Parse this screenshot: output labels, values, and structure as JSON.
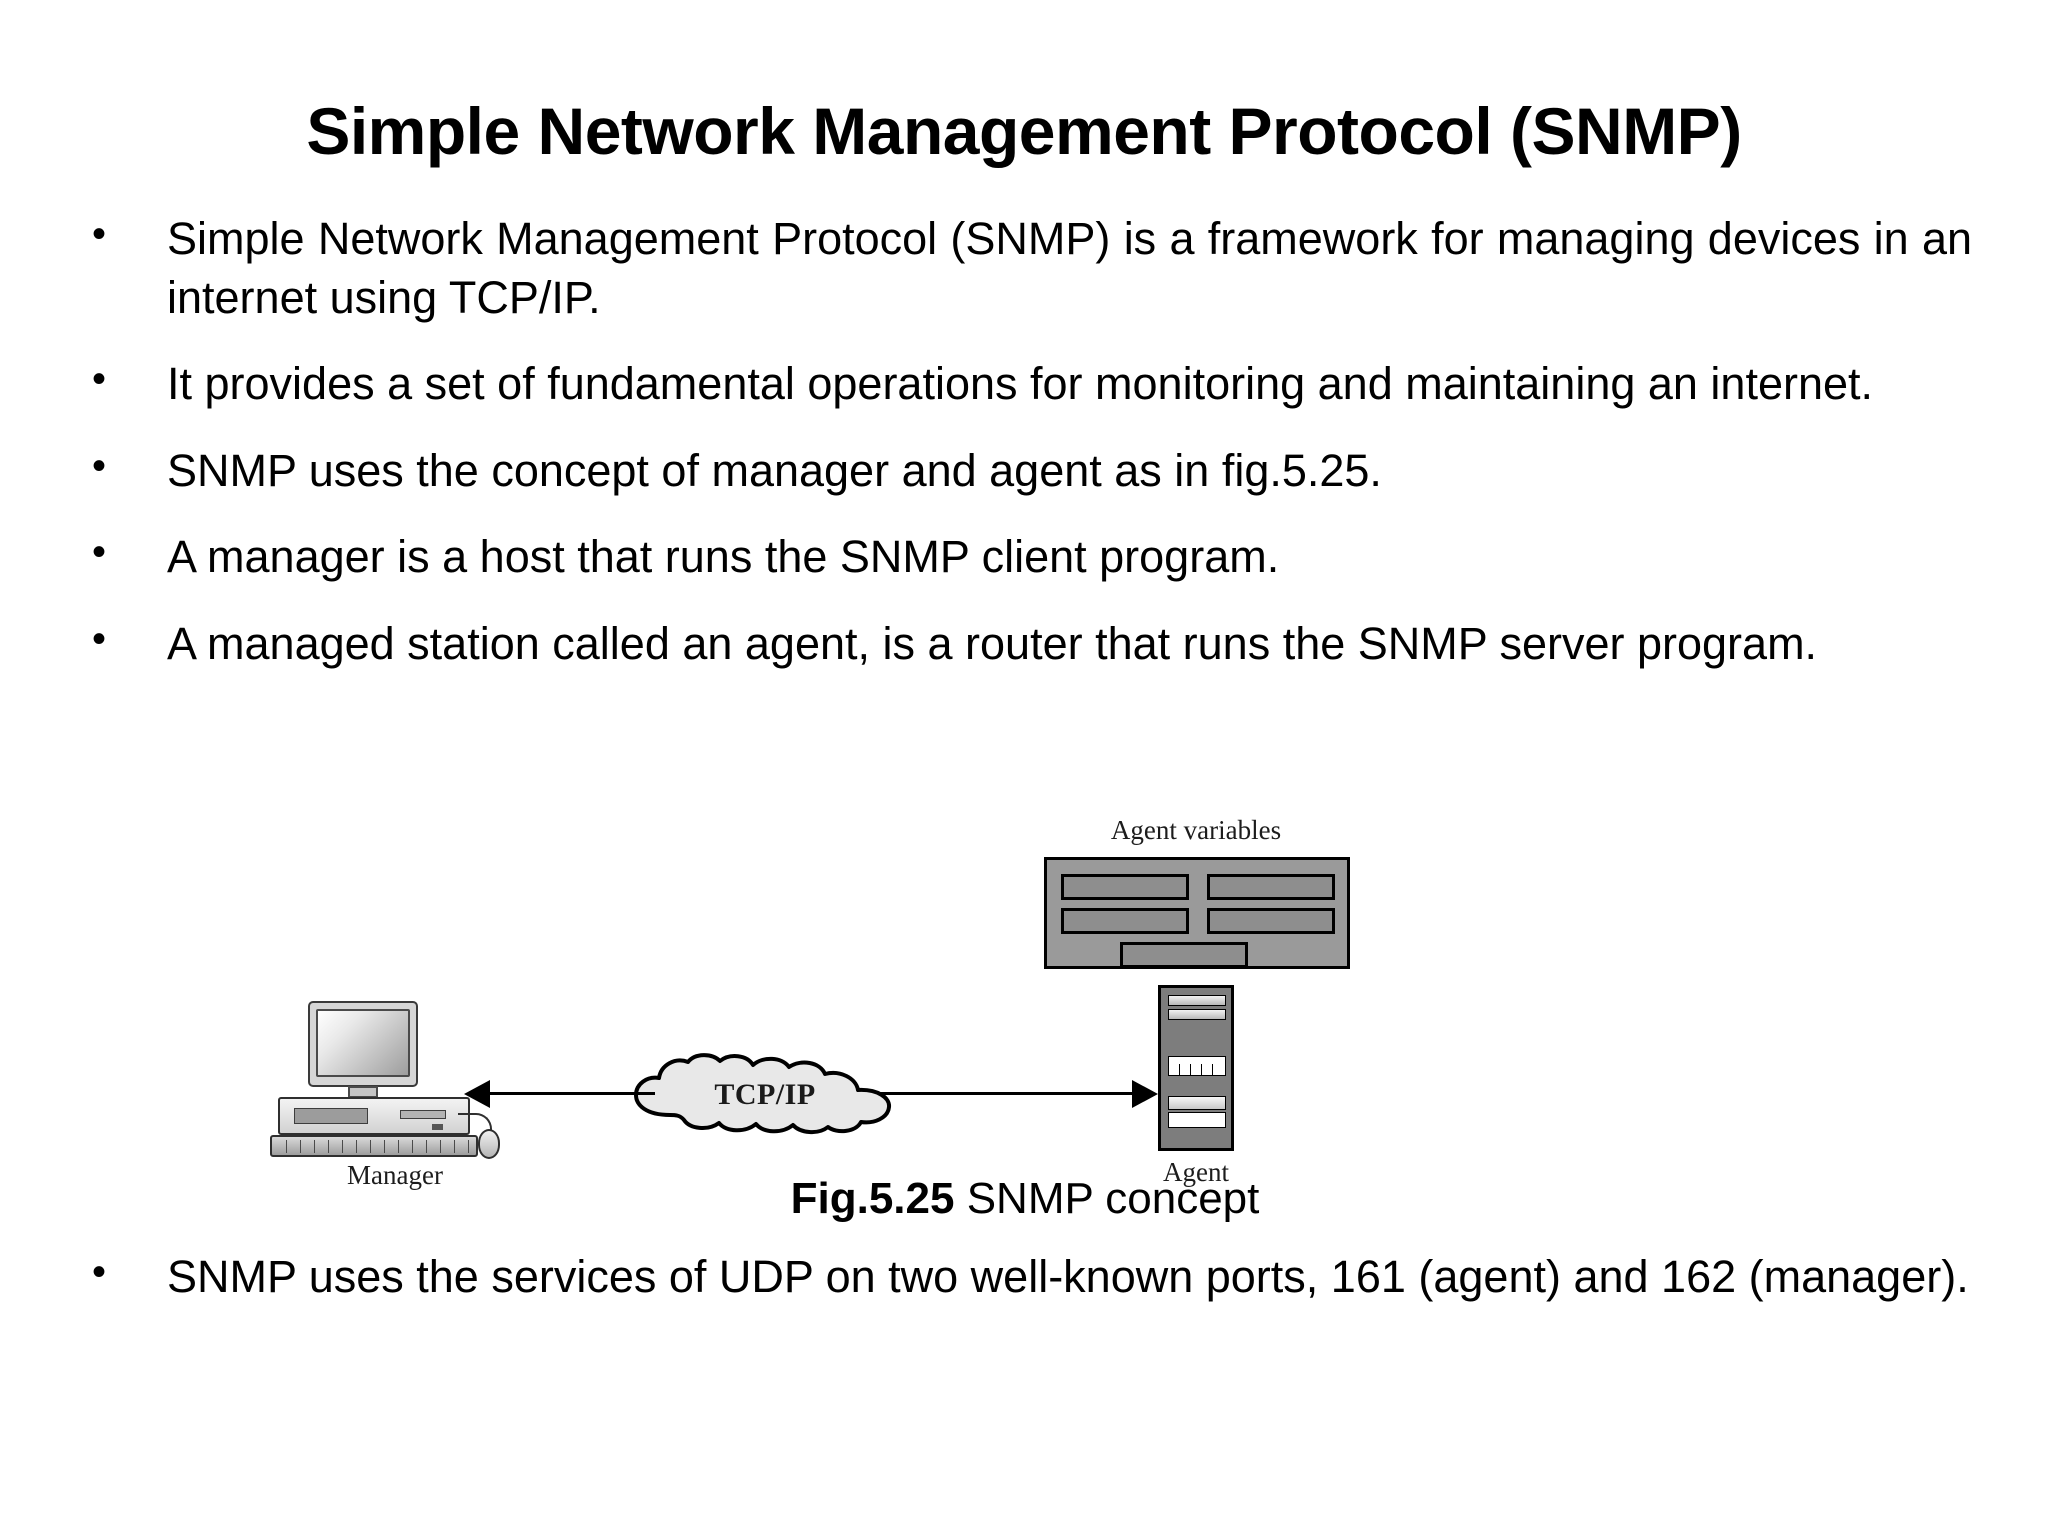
{
  "slide": {
    "title": "Simple Network Management Protocol (SNMP)",
    "bullets_before_figure": [
      "Simple Network Management Protocol (SNMP) is a framework for managing devices in an internet using TCP/IP.",
      "It provides a set of fundamental operations for monitoring and maintaining an internet.",
      "SNMP uses the concept of manager and agent as in fig.5.25.",
      "A manager is a host that runs the SNMP client program.",
      "A managed station called an agent, is a router that runs the SNMP server program."
    ],
    "bullets_after_figure": [
      "SNMP uses the services of UDP on two well-known ports, 161 (agent) and 162 (manager)."
    ],
    "bullet_marker": "•"
  },
  "figure": {
    "caption_number": "Fig.5.25",
    "caption_text": " SNMP concept",
    "labels": {
      "agent_variables": "Agent variables",
      "manager": "Manager",
      "agent": "Agent",
      "cloud": "TCP/IP"
    },
    "colors": {
      "agent_box_fill": "#9a9a9a",
      "agent_cell_fill": "#8e8e8e",
      "tower_fill": "#7d7d7d",
      "cloud_fill": "#e8e8e8",
      "outline": "#000000",
      "page_background": "#ffffff",
      "text": "#000000"
    }
  }
}
